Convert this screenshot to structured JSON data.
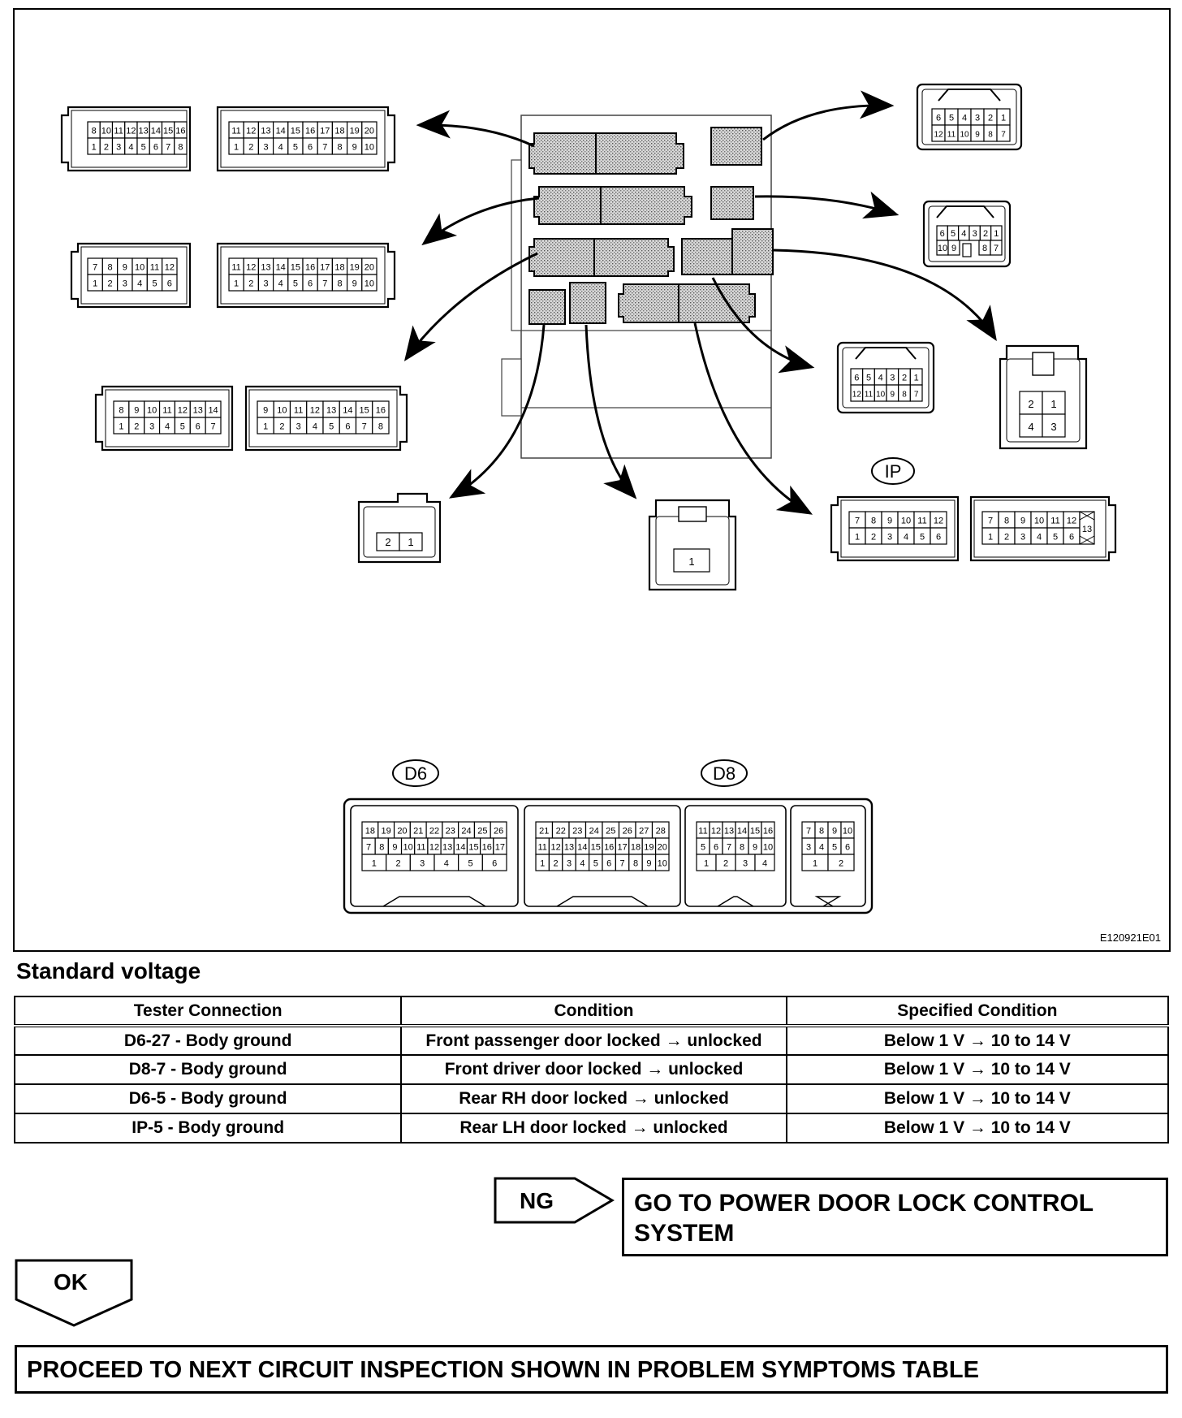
{
  "figure": {
    "code": "E120921E01",
    "labels": {
      "ip": "IP",
      "d6": "D6",
      "d8": "D8"
    },
    "left_connectors": [
      {
        "a_top": [
          "8",
          "10",
          "11",
          "12",
          "13",
          "14",
          "15",
          "16"
        ],
        "a_bot": [
          "1",
          "2",
          "3",
          "4",
          "5",
          "6",
          "7",
          "8"
        ],
        "b_top": [
          "11",
          "12",
          "13",
          "14",
          "15",
          "16",
          "17",
          "18",
          "19",
          "20"
        ],
        "b_bot": [
          "1",
          "2",
          "3",
          "4",
          "5",
          "6",
          "7",
          "8",
          "9",
          "10"
        ]
      },
      {
        "a_top": [
          "7",
          "8",
          "9",
          "10",
          "11",
          "12"
        ],
        "a_bot": [
          "1",
          "2",
          "3",
          "4",
          "5",
          "6"
        ],
        "b_top": [
          "11",
          "12",
          "13",
          "14",
          "15",
          "16",
          "17",
          "18",
          "19",
          "20"
        ],
        "b_bot": [
          "1",
          "2",
          "3",
          "4",
          "5",
          "6",
          "7",
          "8",
          "9",
          "10"
        ]
      },
      {
        "a_top": [
          "8",
          "9",
          "10",
          "11",
          "12",
          "13",
          "14"
        ],
        "a_bot": [
          "1",
          "2",
          "3",
          "4",
          "5",
          "6",
          "7"
        ],
        "b_top": [
          "9",
          "10",
          "11",
          "12",
          "13",
          "14",
          "15",
          "16"
        ],
        "b_bot": [
          "1",
          "2",
          "3",
          "4",
          "5",
          "6",
          "7",
          "8"
        ]
      }
    ],
    "right_connectors": {
      "c12a": {
        "top": [
          "6",
          "5",
          "4",
          "3",
          "2",
          "1"
        ],
        "bot": [
          "12",
          "11",
          "10",
          "9",
          "8",
          "7"
        ]
      },
      "c10": {
        "top": [
          "6",
          "5",
          "4",
          "3",
          "2",
          "1"
        ],
        "bot": [
          "10",
          "9",
          "8",
          "7"
        ]
      },
      "c12b": {
        "top": [
          "6",
          "5",
          "4",
          "3",
          "2",
          "1"
        ],
        "bot": [
          "12",
          "11",
          "10",
          "9",
          "8",
          "7"
        ]
      },
      "c4": {
        "top": [
          "2",
          "1"
        ],
        "bot": [
          "4",
          "3"
        ]
      }
    },
    "small_connectors": {
      "c2": [
        "2",
        "1"
      ],
      "c1": [
        "1"
      ]
    },
    "ip_connectors": {
      "a_top": [
        "7",
        "8",
        "9",
        "10",
        "11",
        "12"
      ],
      "a_bot": [
        "1",
        "2",
        "3",
        "4",
        "5",
        "6"
      ],
      "b_top": [
        "7",
        "8",
        "9",
        "10",
        "11",
        "12"
      ],
      "b_bot": [
        "1",
        "2",
        "3",
        "4",
        "5",
        "6"
      ],
      "b_side": "13"
    },
    "bottom_connector": {
      "s1_r1": [
        "18",
        "19",
        "20",
        "21",
        "22",
        "23",
        "24",
        "25",
        "26"
      ],
      "s1_r2": [
        "7",
        "8",
        "9",
        "10",
        "11",
        "12",
        "13",
        "14",
        "15",
        "16",
        "17"
      ],
      "s1_r3": [
        "1",
        "2",
        "3",
        "4",
        "5",
        "6"
      ],
      "s2_r1": [
        "21",
        "22",
        "23",
        "24",
        "25",
        "26",
        "27",
        "28"
      ],
      "s2_r2": [
        "11",
        "12",
        "13",
        "14",
        "15",
        "16",
        "17",
        "18",
        "19",
        "20"
      ],
      "s2_r3": [
        "1",
        "2",
        "3",
        "4",
        "5",
        "6",
        "7",
        "8",
        "9",
        "10"
      ],
      "s3_r1": [
        "11",
        "12",
        "13",
        "14",
        "15",
        "16"
      ],
      "s3_r2": [
        "5",
        "6",
        "7",
        "8",
        "9",
        "10"
      ],
      "s3_r3": [
        "1",
        "2",
        "3",
        "4"
      ],
      "s4_r1": [
        "7",
        "8",
        "9",
        "10"
      ],
      "s4_r2": [
        "3",
        "4",
        "5",
        "6"
      ],
      "s4_r3": [
        "1",
        "2"
      ]
    }
  },
  "section_title": "Standard voltage",
  "table": {
    "headers": [
      "Tester Connection",
      "Condition",
      "Specified Condition"
    ],
    "rows": [
      [
        "D6-27 - Body ground",
        "Front passenger door locked → unlocked",
        "Below 1 V → 10 to 14 V"
      ],
      [
        "D8-7 - Body ground",
        "Front driver door locked → unlocked",
        "Below 1 V → 10 to 14 V"
      ],
      [
        "D6-5 - Body ground",
        "Rear RH door locked → unlocked",
        "Below 1 V → 10 to 14 V"
      ],
      [
        "IP-5 - Body ground",
        "Rear LH door locked → unlocked",
        "Below 1 V → 10 to 14 V"
      ]
    ]
  },
  "ng": {
    "label": "NG",
    "result": "GO TO POWER DOOR LOCK CONTROL SYSTEM"
  },
  "ok": {
    "label": "OK"
  },
  "proceed": "PROCEED TO NEXT CIRCUIT INSPECTION SHOWN IN PROBLEM SYMPTOMS TABLE"
}
